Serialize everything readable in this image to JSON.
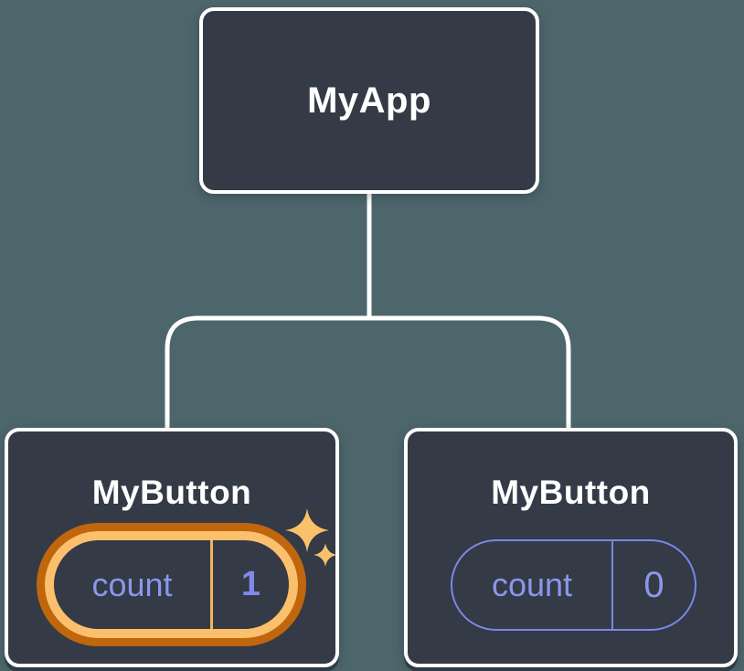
{
  "diagram": {
    "description": "React component tree diagram showing isolated state",
    "tree": {
      "root": {
        "label": "MyApp"
      },
      "children": [
        {
          "label": "MyButton",
          "state": {
            "key": "count",
            "value": "1"
          },
          "highlighted": true,
          "icon": "sparkles-icon"
        },
        {
          "label": "MyButton",
          "state": {
            "key": "count",
            "value": "0"
          },
          "highlighted": false
        }
      ]
    }
  },
  "colors": {
    "background": "#4d666c",
    "node_fill": "#343a46",
    "node_border": "#ffffff",
    "connector": "#ffffff",
    "title_text": "#ffffff",
    "state_text": "#8b97ea",
    "state_value_text": "#7e8bec",
    "state_border": "#7b87e6",
    "highlight_ring": "#fcc06c",
    "highlight_ring_outer": "#c0660d",
    "highlight_divider": "#f5b55d",
    "sparkle": "#f9c169"
  }
}
